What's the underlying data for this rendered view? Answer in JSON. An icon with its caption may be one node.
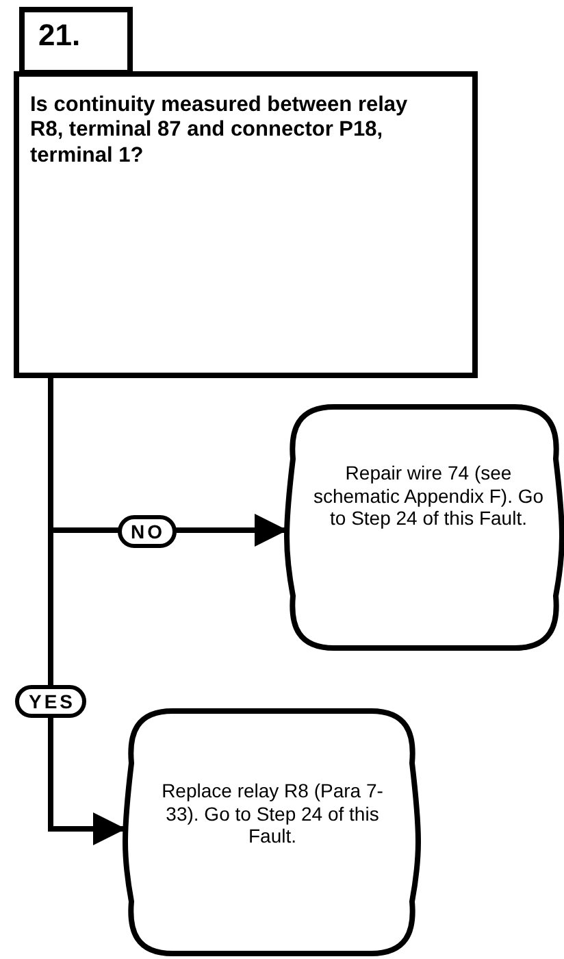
{
  "diagram": {
    "nodes": [
      {
        "text": [
          "21."
        ]
      },
      {
        "text": [
          "Is continuity measured between relay R8, terminal 87 and connector P18, terminal 1?"
        ]
      },
      {
        "text": [
          "Repair wire 74 (see schematic Appendix F).  Go to Step 24 of this Fault."
        ]
      },
      {
        "text": [
          "Replace relay R8 (Para 7-33).  Go to Step 24 of this Fault."
        ]
      }
    ],
    "edges": [
      {
        "from": 1,
        "to": 2,
        "arrow": "to",
        "label": "NO"
      },
      {
        "from": 1,
        "to": 3,
        "arrow": "to",
        "label": "YES"
      }
    ]
  }
}
